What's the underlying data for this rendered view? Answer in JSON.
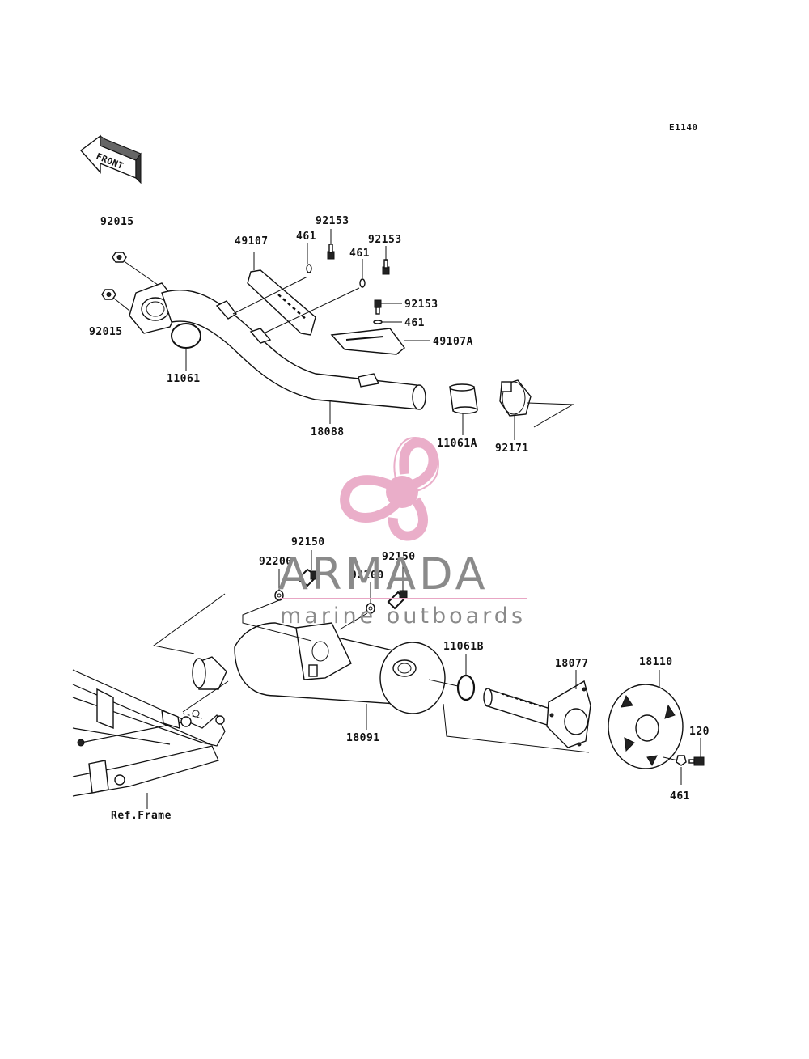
{
  "diagram_code": "E1140",
  "front_label": "FRONT",
  "ref_label": "Ref.Frame",
  "watermark": {
    "title": "ARMADA",
    "subtitle": "marine outboards",
    "logo_color": "#e8a6c4",
    "text_color": "#8a8a8a"
  },
  "parts": {
    "p92015_top": "92015",
    "p92015_bottom": "92015",
    "p11061": "11061",
    "p49107": "49107",
    "p461_a": "461",
    "p461_b": "461",
    "p461_c": "461",
    "p461_d": "461",
    "p92153_a": "92153",
    "p92153_b": "92153",
    "p92153_c": "92153",
    "p49107A": "49107A",
    "p18088": "18088",
    "p11061A": "11061A",
    "p92171": "92171",
    "p92150_a": "92150",
    "p92150_b": "92150",
    "p92200_a": "92200",
    "p92200_b": "92200",
    "p11061B": "11061B",
    "p18077": "18077",
    "p18110": "18110",
    "p18091": "18091",
    "p120": "120"
  }
}
